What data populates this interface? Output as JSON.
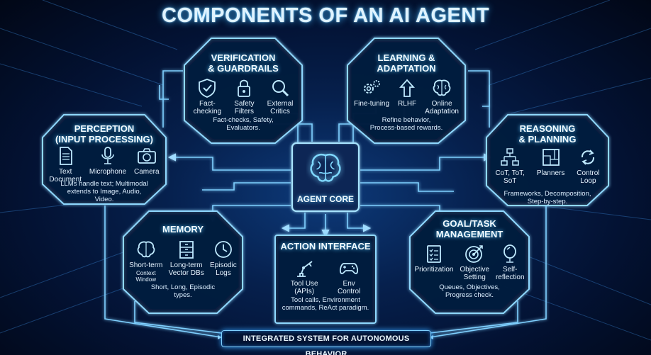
{
  "title": "COMPONENTS OF AN AI AGENT",
  "core": {
    "label": "AGENT CORE"
  },
  "modules": {
    "verification": {
      "title": "VERIFICATION\n& GUARDRAILS",
      "items": [
        {
          "label": "Fact-\nchecking",
          "icon": "shield-check-icon"
        },
        {
          "label": "Safety\nFilters",
          "icon": "lock-icon"
        },
        {
          "label": "External\nCritics",
          "icon": "magnifier-icon"
        }
      ],
      "description": "Fact-checks, Safety,\nEvaluators."
    },
    "learning": {
      "title": "LEARNING &\nADAPTATION",
      "items": [
        {
          "label": "Fine-tuning",
          "icon": "gears-icon"
        },
        {
          "label": "RLHF",
          "icon": "arrow-up-icon"
        },
        {
          "label": "Online\nAdaptation",
          "icon": "brain-icon"
        }
      ],
      "description": "Refine behavior,\nProcess-based rewards."
    },
    "perception": {
      "title": "PERCEPTION\n(INPUT PROCESSING)",
      "items": [
        {
          "label": "Text\nDocument",
          "icon": "document-icon"
        },
        {
          "label": "Microphone",
          "icon": "microphone-icon"
        },
        {
          "label": "Camera",
          "icon": "camera-icon"
        }
      ],
      "description": "LLMs handle text; Multimodal\nextends to Image, Audio,\nVideo."
    },
    "reasoning": {
      "title": "REASONING\n& PLANNING",
      "items": [
        {
          "label": "CoT, ToT,\nSoT",
          "icon": "flowchart-icon"
        },
        {
          "label": "Planners",
          "icon": "blueprint-icon"
        },
        {
          "label": "Control\nLoop",
          "icon": "loop-arrows-icon"
        }
      ],
      "description": "Frameworks, Decomposition,\nStep-by-step."
    },
    "memory": {
      "title": "MEMORY",
      "items": [
        {
          "label": "Short-term",
          "sublabel": "Context\nWindow",
          "icon": "brain-icon"
        },
        {
          "label": "Long-term\nVector DBs",
          "icon": "file-cabinet-icon"
        },
        {
          "label": "Episodic\nLogs",
          "icon": "clock-icon"
        }
      ],
      "description": "Short, Long, Episodic\ntypes."
    },
    "action": {
      "title": "ACTION INTERFACE",
      "items": [
        {
          "label": "Tool Use\n(APIs)",
          "icon": "robot-arm-icon"
        },
        {
          "label": "Env\nControl",
          "icon": "gamepad-icon"
        }
      ],
      "description": "Tool calls, Environment\ncommands, ReAct paradigm."
    },
    "goal": {
      "title": "GOAL/TASK\nMANAGEMENT",
      "items": [
        {
          "label": "Prioritization",
          "icon": "checklist-icon"
        },
        {
          "label": "Objective\nSetting",
          "icon": "target-icon"
        },
        {
          "label": "Self-\nreflection",
          "icon": "mirror-icon"
        }
      ],
      "description": "Queues, Objectives,\nProgress check."
    }
  },
  "footer": "INTEGRATED SYSTEM FOR AUTONOMOUS BEHAVIOR",
  "colors": {
    "glow": "#59c6ff",
    "line": "#7fd0ff",
    "panel": "#061a3d",
    "background": "#031233"
  }
}
